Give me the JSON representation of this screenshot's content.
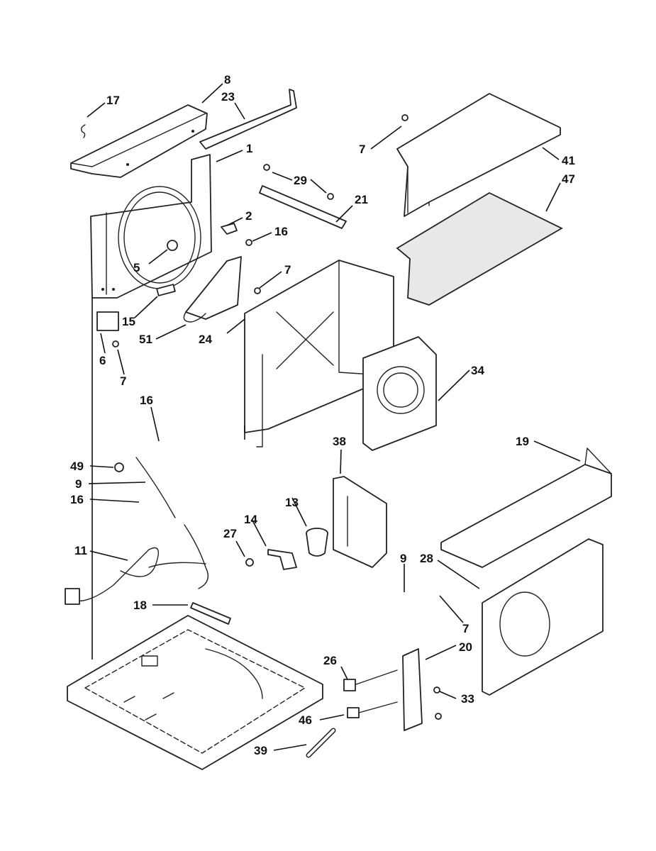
{
  "callouts": [
    {
      "id": "c1",
      "label": "1"
    },
    {
      "id": "c2",
      "label": "2"
    },
    {
      "id": "c5",
      "label": "5"
    },
    {
      "id": "c6",
      "label": "6"
    },
    {
      "id": "c7a",
      "label": "7"
    },
    {
      "id": "c7b",
      "label": "7"
    },
    {
      "id": "c7c",
      "label": "7"
    },
    {
      "id": "c7d",
      "label": "7"
    },
    {
      "id": "c8",
      "label": "8"
    },
    {
      "id": "c9a",
      "label": "9"
    },
    {
      "id": "c9b",
      "label": "9"
    },
    {
      "id": "c11",
      "label": "11"
    },
    {
      "id": "c13",
      "label": "13"
    },
    {
      "id": "c14",
      "label": "14"
    },
    {
      "id": "c15",
      "label": "15"
    },
    {
      "id": "c16a",
      "label": "16"
    },
    {
      "id": "c16b",
      "label": "16"
    },
    {
      "id": "c16c",
      "label": "16"
    },
    {
      "id": "c17",
      "label": "17"
    },
    {
      "id": "c18",
      "label": "18"
    },
    {
      "id": "c19",
      "label": "19"
    },
    {
      "id": "c20",
      "label": "20"
    },
    {
      "id": "c21",
      "label": "21"
    },
    {
      "id": "c23",
      "label": "23"
    },
    {
      "id": "c24",
      "label": "24"
    },
    {
      "id": "c26",
      "label": "26"
    },
    {
      "id": "c27",
      "label": "27"
    },
    {
      "id": "c28",
      "label": "28"
    },
    {
      "id": "c29",
      "label": "29"
    },
    {
      "id": "c33",
      "label": "33"
    },
    {
      "id": "c34",
      "label": "34"
    },
    {
      "id": "c38",
      "label": "38"
    },
    {
      "id": "c39",
      "label": "39"
    },
    {
      "id": "c41",
      "label": "41"
    },
    {
      "id": "c46",
      "label": "46"
    },
    {
      "id": "c47",
      "label": "47"
    },
    {
      "id": "c49",
      "label": "49"
    },
    {
      "id": "c51",
      "label": "51"
    }
  ]
}
